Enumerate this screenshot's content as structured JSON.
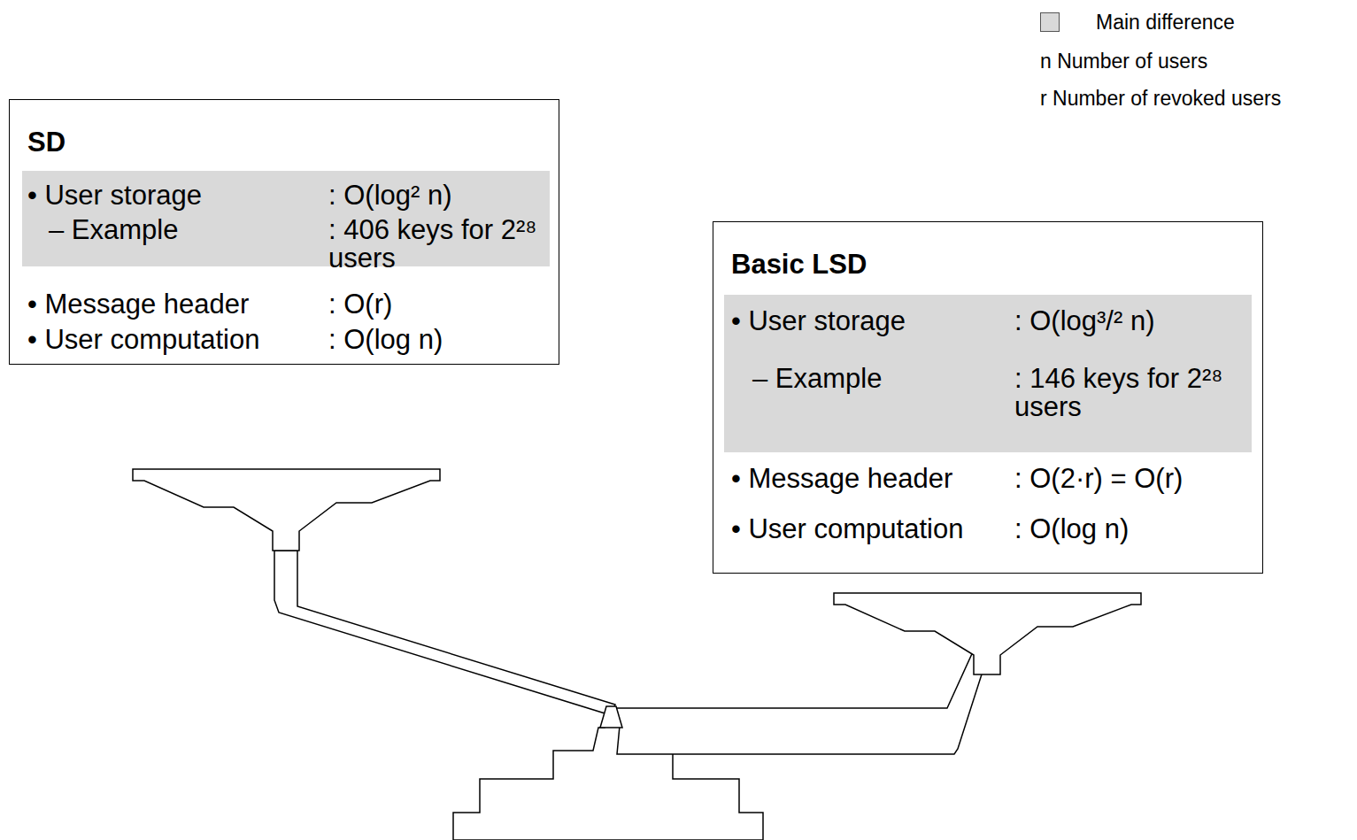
{
  "diagram": {
    "nodes": [
      {
        "text": [
          "SD",
          "• User storage",
          ": O(log² n)",
          "– Example",
          ": 406 keys for 2²⁸ users",
          "• Message header",
          ": O(r)",
          "• User computation",
          ": O(log n)"
        ]
      },
      {
        "text": [
          "Basic LSD",
          "• User storage",
          ": O(log³/² n)",
          "– Example",
          ": 146 keys for 2²⁸ users",
          "• Message header",
          ": O(2·r) = O(r)",
          "• User computation",
          ": O(log n)"
        ]
      }
    ],
    "labels": [
      "n Number of users",
      "r Number of revoked users"
    ],
    "legend": [
      {
        "text": "Main difference",
        "color": "#d9d9d9"
      }
    ]
  }
}
